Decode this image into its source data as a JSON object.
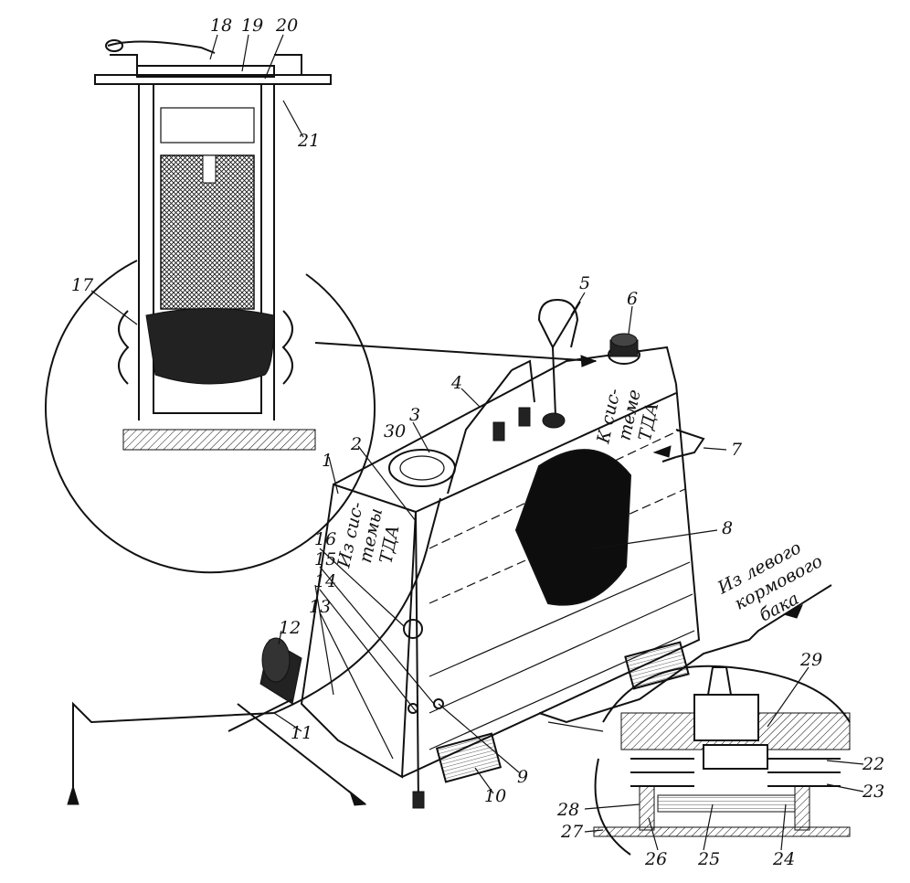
{
  "callouts": [
    "1",
    "2",
    "3",
    "4",
    "5",
    "6",
    "7",
    "8",
    "9",
    "10",
    "11",
    "12",
    "13",
    "14",
    "15",
    "16",
    "17",
    "18",
    "19",
    "20",
    "21",
    "22",
    "23",
    "24",
    "25",
    "26",
    "27",
    "28",
    "29",
    "30"
  ],
  "notes": {
    "from_tda_left": [
      "Из сис-",
      "темы",
      "ТДА"
    ],
    "to_tda_right": [
      "К сис-",
      "теме",
      "ТДА"
    ],
    "from_left_tank": [
      "Из левого",
      "кормового",
      "бака"
    ]
  },
  "colors": {
    "ink": "#111111",
    "paper": "#ffffff"
  }
}
